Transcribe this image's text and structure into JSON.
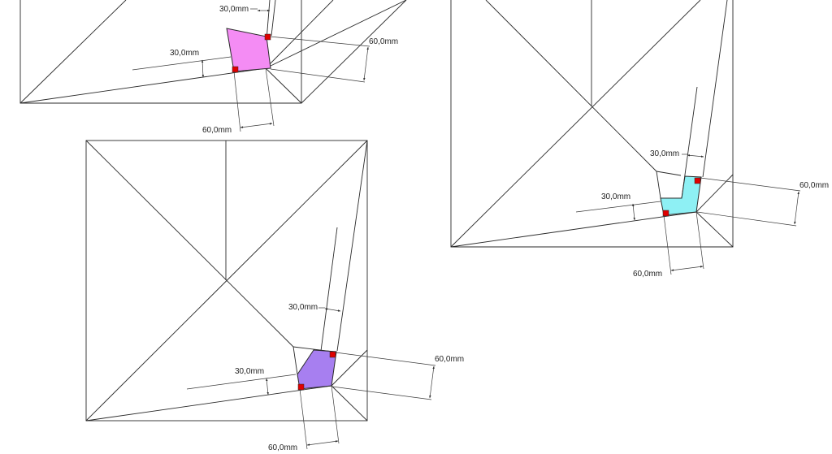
{
  "colors": {
    "line": "#2a2a2a",
    "magenta_fill": "#f48cf4",
    "cyan_fill": "#8ef0f4",
    "purple_fill": "#a77ff0",
    "marker": "#e00000",
    "background": "#ffffff"
  },
  "views": [
    {
      "id": "view-top-left",
      "fill": "magenta",
      "labels": {
        "leg_offset": "30,0mm",
        "side_offset": "30,0mm",
        "right_depth": "60,0mm",
        "bottom_depth": "60,0mm"
      }
    },
    {
      "id": "view-right",
      "fill": "cyan",
      "labels": {
        "leg_offset": "30,0mm",
        "side_offset": "30,0mm",
        "right_depth": "60,0mm",
        "bottom_depth": "60,0mm"
      }
    },
    {
      "id": "view-bottom",
      "fill": "purple",
      "labels": {
        "leg_offset": "30,0mm",
        "side_offset": "30,0mm",
        "right_depth": "60,0mm",
        "bottom_depth": "60,0mm"
      }
    }
  ]
}
